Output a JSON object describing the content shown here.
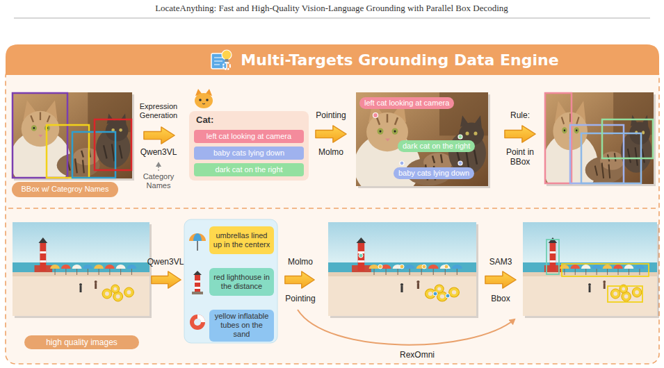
{
  "diagram": {
    "title": "Multi-Targets Grounding Data Engine",
    "nodes": [
      {
        "text": [
          "BBox w/ Categroy Names"
        ]
      },
      {
        "text": [
          "Cat:"
        ]
      },
      {
        "text": [
          "left cat looking at camera"
        ],
        "in": 1
      },
      {
        "text": [
          "baby cats lying down"
        ],
        "in": 1
      },
      {
        "text": [
          "dark cat on the right"
        ],
        "in": 1
      },
      {
        "text": [
          "left cat looking at camera"
        ]
      },
      {
        "text": [
          "dark cat on the right"
        ]
      },
      {
        "text": [
          "baby cats lying down"
        ]
      },
      {
        "text": [
          "high quality images"
        ]
      },
      {
        "text": [
          "umbrellas lined up in the centerx"
        ]
      },
      {
        "text": [
          "red lighthouse in the distance"
        ]
      },
      {
        "text": [
          "yellow inflatable tubes on the sand"
        ]
      }
    ],
    "labels": [
      "LocateAnything: Fast and High-Quality Vision-Language Grounding with Parallel Box Decoding",
      "Expression Generation",
      "Qwen3VL",
      "Category Names",
      "Pointing",
      "Molmo",
      "Rule:",
      "Point in BBox",
      "Qwen3VL",
      "Molmo",
      "Pointing",
      "SAM3",
      "Bbox",
      "RexOmni"
    ]
  }
}
